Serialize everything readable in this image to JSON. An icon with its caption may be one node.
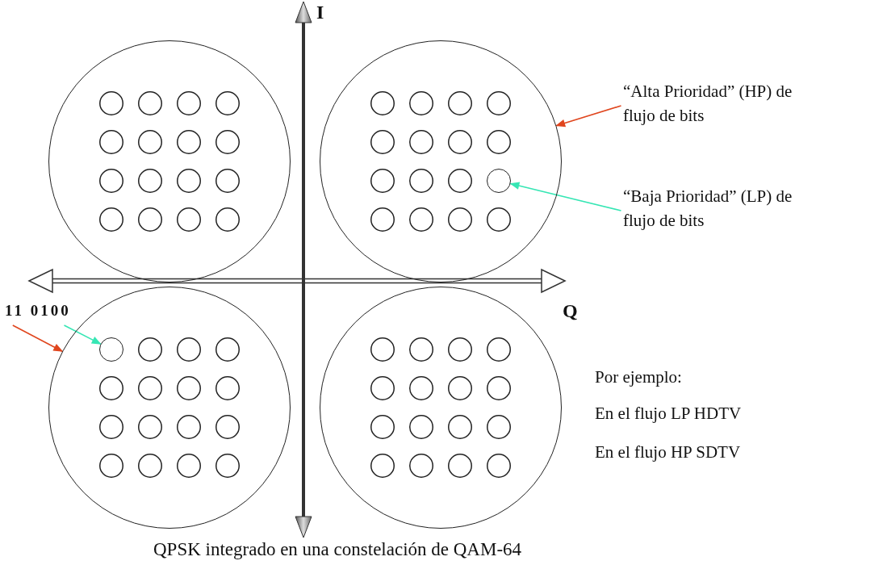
{
  "diagram": {
    "caption": "QPSK integrado en una constelación de QAM-64",
    "nodes": [
      {
        "text": [],
        "shape": "circle"
      },
      {
        "text": [],
        "shape": "circle"
      },
      {
        "text": [],
        "shape": "circle",
        "in": 1
      },
      {
        "text": [
          "“Alta Prioridad” (HP) de flujo de bits"
        ]
      },
      {
        "text": [
          "“Baja Prioridad” (LP) de flujo de bits"
        ]
      },
      {
        "text": [
          "11 0100"
        ]
      },
      {
        "text": [],
        "shape": "circle"
      },
      {
        "text": [],
        "shape": "circle",
        "in": 6
      },
      {
        "text": [],
        "shape": "circle"
      }
    ],
    "edges": [
      {
        "from": 3,
        "to": 1,
        "arrow": "to",
        "color": "#e0461e"
      },
      {
        "from": 4,
        "to": 2,
        "arrow": "to",
        "color": "#36e6b4"
      },
      {
        "from": 5,
        "to": 7,
        "arrow": "to",
        "color": "#36e6b4"
      },
      {
        "from": 5,
        "to": 6,
        "arrow": "to",
        "color": "#e0461e"
      }
    ],
    "labels": [
      "I",
      "Q",
      "Por ejemplo:",
      "En el flujo LP HDTV",
      "En el flujo HP SDTV"
    ]
  }
}
